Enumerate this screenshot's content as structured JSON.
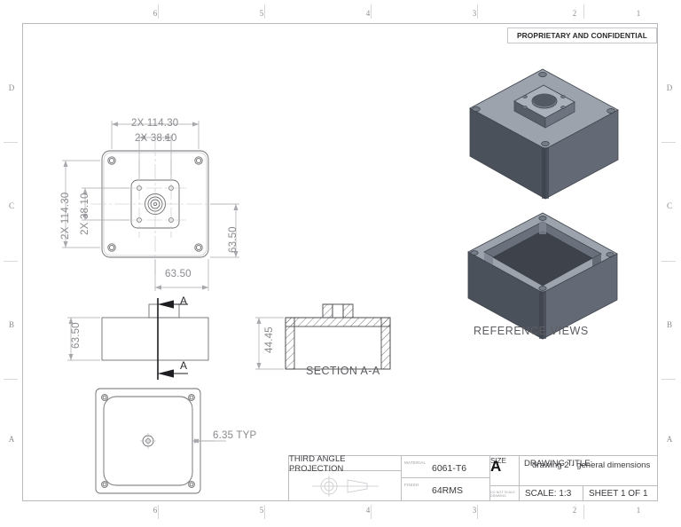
{
  "sheet": {
    "proprietary_note": "PROPRIETARY AND CONFIDENTIAL",
    "zones_top": [
      "6",
      "5",
      "4",
      "3",
      "2",
      "1"
    ],
    "zones_bottom": [
      "6",
      "5",
      "4",
      "3",
      "2",
      "1"
    ],
    "zones_left": [
      "D",
      "C",
      "B",
      "A"
    ],
    "zones_right": [
      "D",
      "C",
      "B",
      "A"
    ]
  },
  "views": {
    "reference_views_label": "REFERENCE VIEWS",
    "section_label": "SECTION A-A",
    "section_arrow_label_top": "A",
    "section_arrow_label_bottom": "A"
  },
  "dimensions": {
    "top_horizontal_outer": "2X 114.30",
    "top_horizontal_inner": "2X 38.10",
    "left_vertical_outer": "2X 114.30",
    "left_vertical_inner": "2X 38.10",
    "right_vertical": "63.50",
    "bottom_horizontal": "63.50",
    "front_height": "63.50",
    "section_height": "44.45",
    "bottom_view_wall": "6.35 TYP"
  },
  "title_block": {
    "projection_label": "THIRD ANGLE PROJECTION",
    "projection_symbol": "third-angle-projection-symbol",
    "material_caption": "MATERIAL",
    "material_value": "6061-T6",
    "finish_caption": "FINISH",
    "finish_value": "64RMS",
    "size_caption": "SIZE",
    "size_value": "A",
    "do_not_scale": "DO NOT SCALE DRAWING",
    "drawing_title_caption": "DRAWING TITLE:",
    "drawing_title_value": "drawing 2 - general dimensions",
    "scale": "SCALE: 1:3",
    "sheet": "SHEET 1 OF 1"
  },
  "colors": {
    "frame": "#b9b9bd",
    "line": "#6e6e72",
    "dim_text": "#8a8a8f",
    "model_top": "#9ca3ad",
    "model_side_dark": "#464b55",
    "model_side_mid": "#6b7280",
    "hatch": "#55555a"
  }
}
